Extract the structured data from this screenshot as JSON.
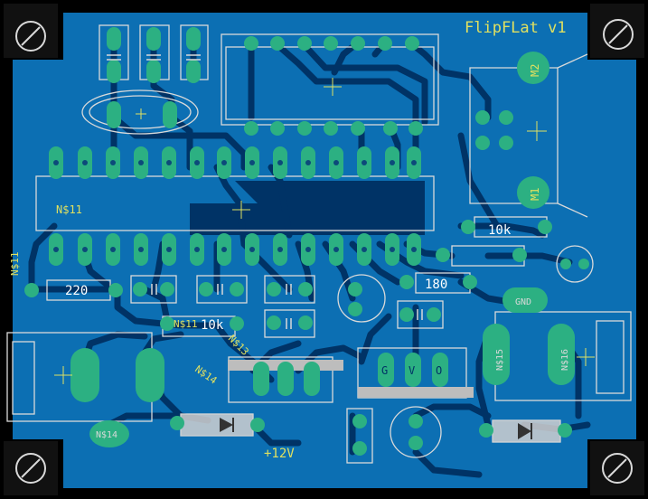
{
  "colors": {
    "background": "#000000",
    "copper_fill": "#0c6fb3",
    "track": "#003366",
    "pad": "#2cb082",
    "silkscreen": "#d9d9d9",
    "silk_text": "#e0e060",
    "drill": "#0c4a7a"
  },
  "board": {
    "title": "FlipFLat v1",
    "net_labels": [
      "N$11",
      "N$11",
      "N$11",
      "N$14",
      "N$13",
      "N$14",
      "N$15",
      "N$16"
    ],
    "supply_label": "+12V",
    "gnd_label": "GND",
    "component_values": [
      "10k",
      "220",
      "180",
      "10k"
    ],
    "connector_labels": [
      "M2",
      "M1"
    ],
    "vreg_labels": [
      "G",
      "V",
      "O"
    ]
  }
}
